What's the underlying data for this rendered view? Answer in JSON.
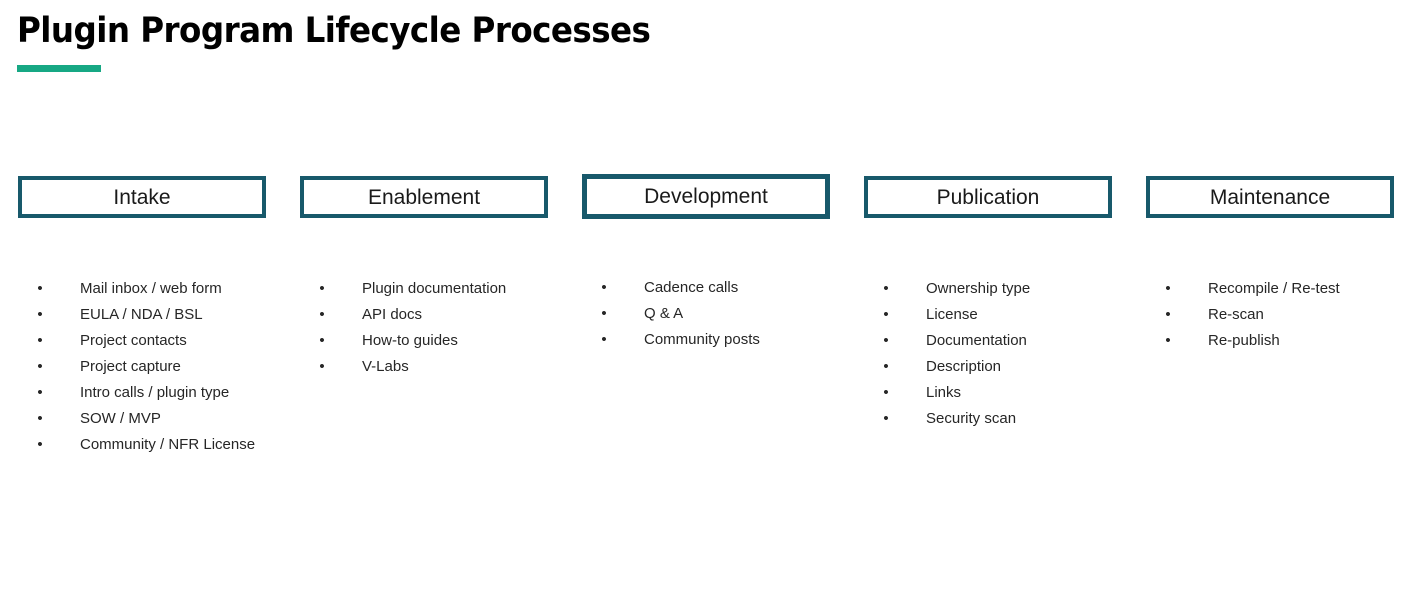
{
  "header": {
    "title": "Plugin Program Lifecycle Processes",
    "accent_color": "#17a884"
  },
  "theme": {
    "box_border_color": "#18596b",
    "text_color": "#262626",
    "background": "#ffffff",
    "bullet_glyph": "•"
  },
  "columns": [
    {
      "phase": "Intake",
      "items": [
        "Mail inbox / web form",
        "EULA / NDA / BSL",
        "Project contacts",
        "Project capture",
        "Intro calls / plugin type",
        "SOW / MVP",
        "Community / NFR License"
      ]
    },
    {
      "phase": "Enablement",
      "items": [
        "Plugin documentation",
        "API docs",
        "How-to guides",
        "V-Labs"
      ]
    },
    {
      "phase": "Development",
      "items": [
        "Cadence calls",
        "Q & A",
        "Community posts"
      ]
    },
    {
      "phase": "Publication",
      "items": [
        "Ownership type",
        "License",
        "Documentation",
        "Description",
        "Links",
        "Security scan"
      ]
    },
    {
      "phase": "Maintenance",
      "items": [
        "Recompile / Re-test",
        "Re-scan",
        "Re-publish"
      ]
    }
  ]
}
